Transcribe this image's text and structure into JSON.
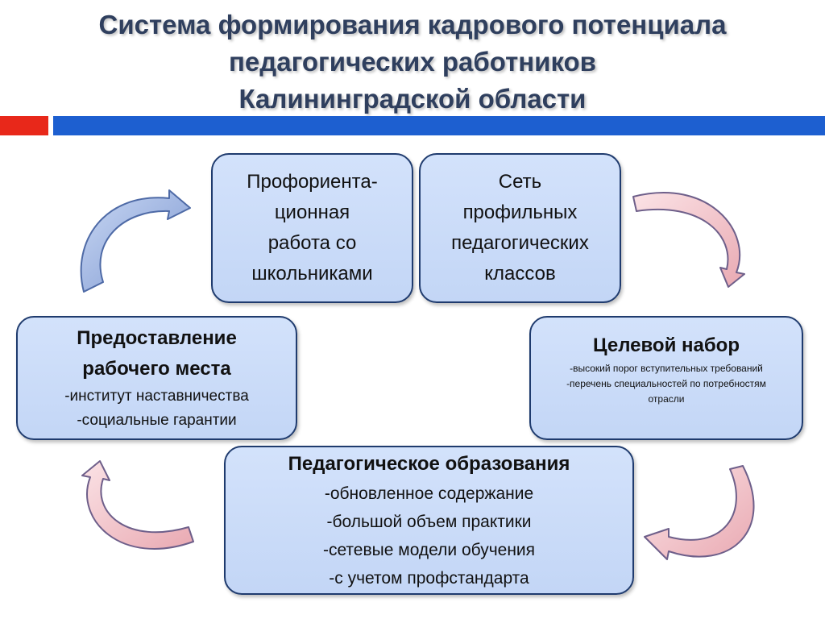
{
  "title": {
    "line1": "Система формирования кадрового потенциала",
    "line2": "педагогических работников",
    "line3": "Калининградской области"
  },
  "colors": {
    "title": "#2f3f5e",
    "bar_red": "#e8281a",
    "bar_blue": "#1d5fd0",
    "box_fill": "#c8daf8",
    "box_border": "#1f3b6e",
    "arrow_blue": "#8ea8dc",
    "arrow_pink": "#f4c6cc"
  },
  "boxes": {
    "proforientation": {
      "lines": [
        "Профориента-",
        "ционная",
        "работа со",
        "школьниками"
      ]
    },
    "network": {
      "lines": [
        "Сеть",
        "профильных",
        "педагогических",
        "классов"
      ]
    },
    "workplace": {
      "heading1": "Предоставление",
      "heading2": "рабочего места",
      "items": [
        "-институт наставничества",
        "-социальные гарантии"
      ]
    },
    "target": {
      "heading": "Целевой набор",
      "items": [
        "-высокий порог вступительных требований",
        "-перечень специальностей по потребностям",
        "отрасли"
      ]
    },
    "education": {
      "heading": "Педагогическое образования",
      "items": [
        "-обновленное содержание",
        "-большой объем практики",
        "-сетевые модели обучения",
        "-с учетом профстандарта"
      ]
    }
  }
}
